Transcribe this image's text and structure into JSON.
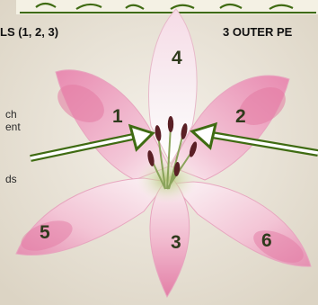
{
  "labels": {
    "left_header": "LS (1, 2, 3)",
    "right_header": "3 OUTER PE",
    "left_frag_1": "ch",
    "left_frag_2": "ent",
    "left_frag_3": "ds"
  },
  "petal_numbers": [
    "1",
    "2",
    "3",
    "4",
    "5",
    "6"
  ],
  "colors": {
    "background": "#e9e3d6",
    "petal_pink": "#e890b2",
    "petal_white": "#f8f3f4",
    "stamen_dark": "#5a1f25",
    "arrow_green": "#3f6b12",
    "title_green": "#3f6b12"
  }
}
